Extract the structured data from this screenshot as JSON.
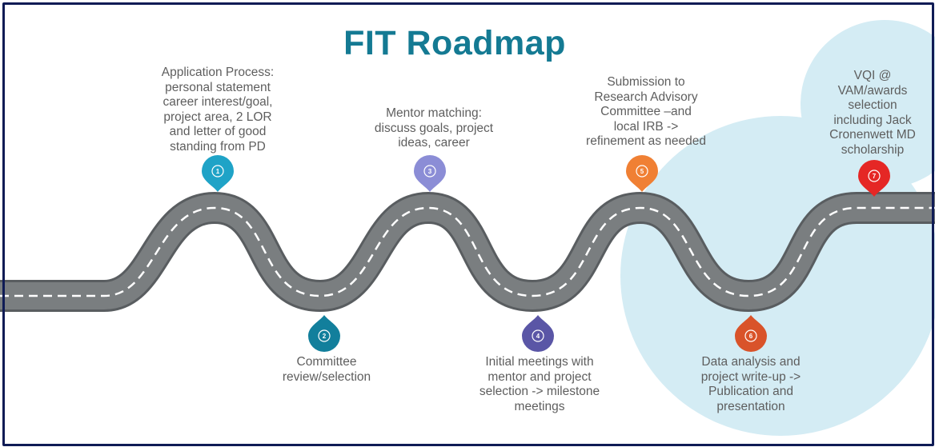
{
  "title": "FIT Roadmap",
  "colors": {
    "title": "#147a93",
    "road": "#7a7e80",
    "road_edge": "#595d60",
    "dash": "#ffffff",
    "bubble": "#d4ecf4",
    "frame": "#0f1b55",
    "text": "#5e5e5e"
  },
  "steps": [
    {
      "number": "1",
      "color": "#1fa3c7",
      "text": "Application Process:\npersonal statement\ncareer interest/goal,\nproject area, 2 LOR\nand letter of good\nstanding from PD"
    },
    {
      "number": "2",
      "color": "#127f9c",
      "text": "Committee\nreview/selection"
    },
    {
      "number": "3",
      "color": "#8b8dd6",
      "text": "Mentor matching:\ndiscuss goals, project\nideas, career"
    },
    {
      "number": "4",
      "color": "#5a56a6",
      "text": "Initial meetings with\nmentor and project\nselection -> milestone\nmeetings"
    },
    {
      "number": "5",
      "color": "#f08034",
      "text": "Submission to\nResearch Advisory\nCommittee –and\nlocal IRB ->\nrefinement as needed"
    },
    {
      "number": "6",
      "color": "#d9532a",
      "text": "Data analysis and\nproject write-up ->\nPublication and\npresentation"
    },
    {
      "number": "7",
      "color": "#e52725",
      "text": "VQI @\nVAM/awards\nselection\nincluding Jack\nCronenwett MD\nscholarship"
    }
  ]
}
